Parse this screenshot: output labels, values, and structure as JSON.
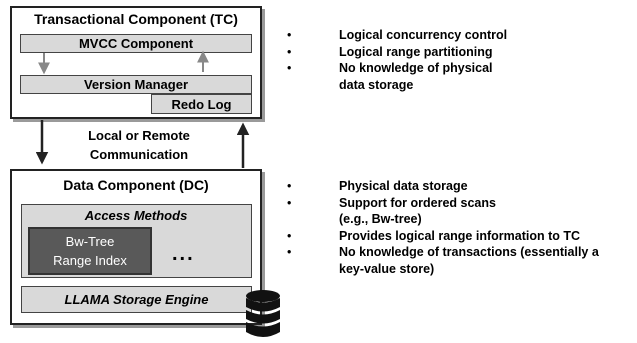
{
  "tc": {
    "title": "Transactional Component (TC)",
    "mvcc": "MVCC Component",
    "version_manager": "Version Manager",
    "redo_log": "Redo Log"
  },
  "communication": {
    "line1": "Local or Remote",
    "line2": "Communication"
  },
  "dc": {
    "title": "Data Component (DC)",
    "access_methods": "Access Methods",
    "bwtree_line1": "Bw-Tree",
    "bwtree_line2": "Range Index",
    "ellipsis": "...",
    "llama": "LLAMA Storage Engine"
  },
  "bullet_symbol": "•",
  "tc_bullets": [
    "Logical concurrency control",
    "Logical range partitioning",
    "No knowledge of physical",
    "data storage"
  ],
  "dc_bullets": [
    "Physical data storage",
    "Support for ordered scans",
    "(e.g., Bw-tree)",
    "Provides logical range information to TC",
    "No knowledge of transactions (essentially a",
    "key-value store)"
  ],
  "icons": {
    "database": "database-icon"
  }
}
